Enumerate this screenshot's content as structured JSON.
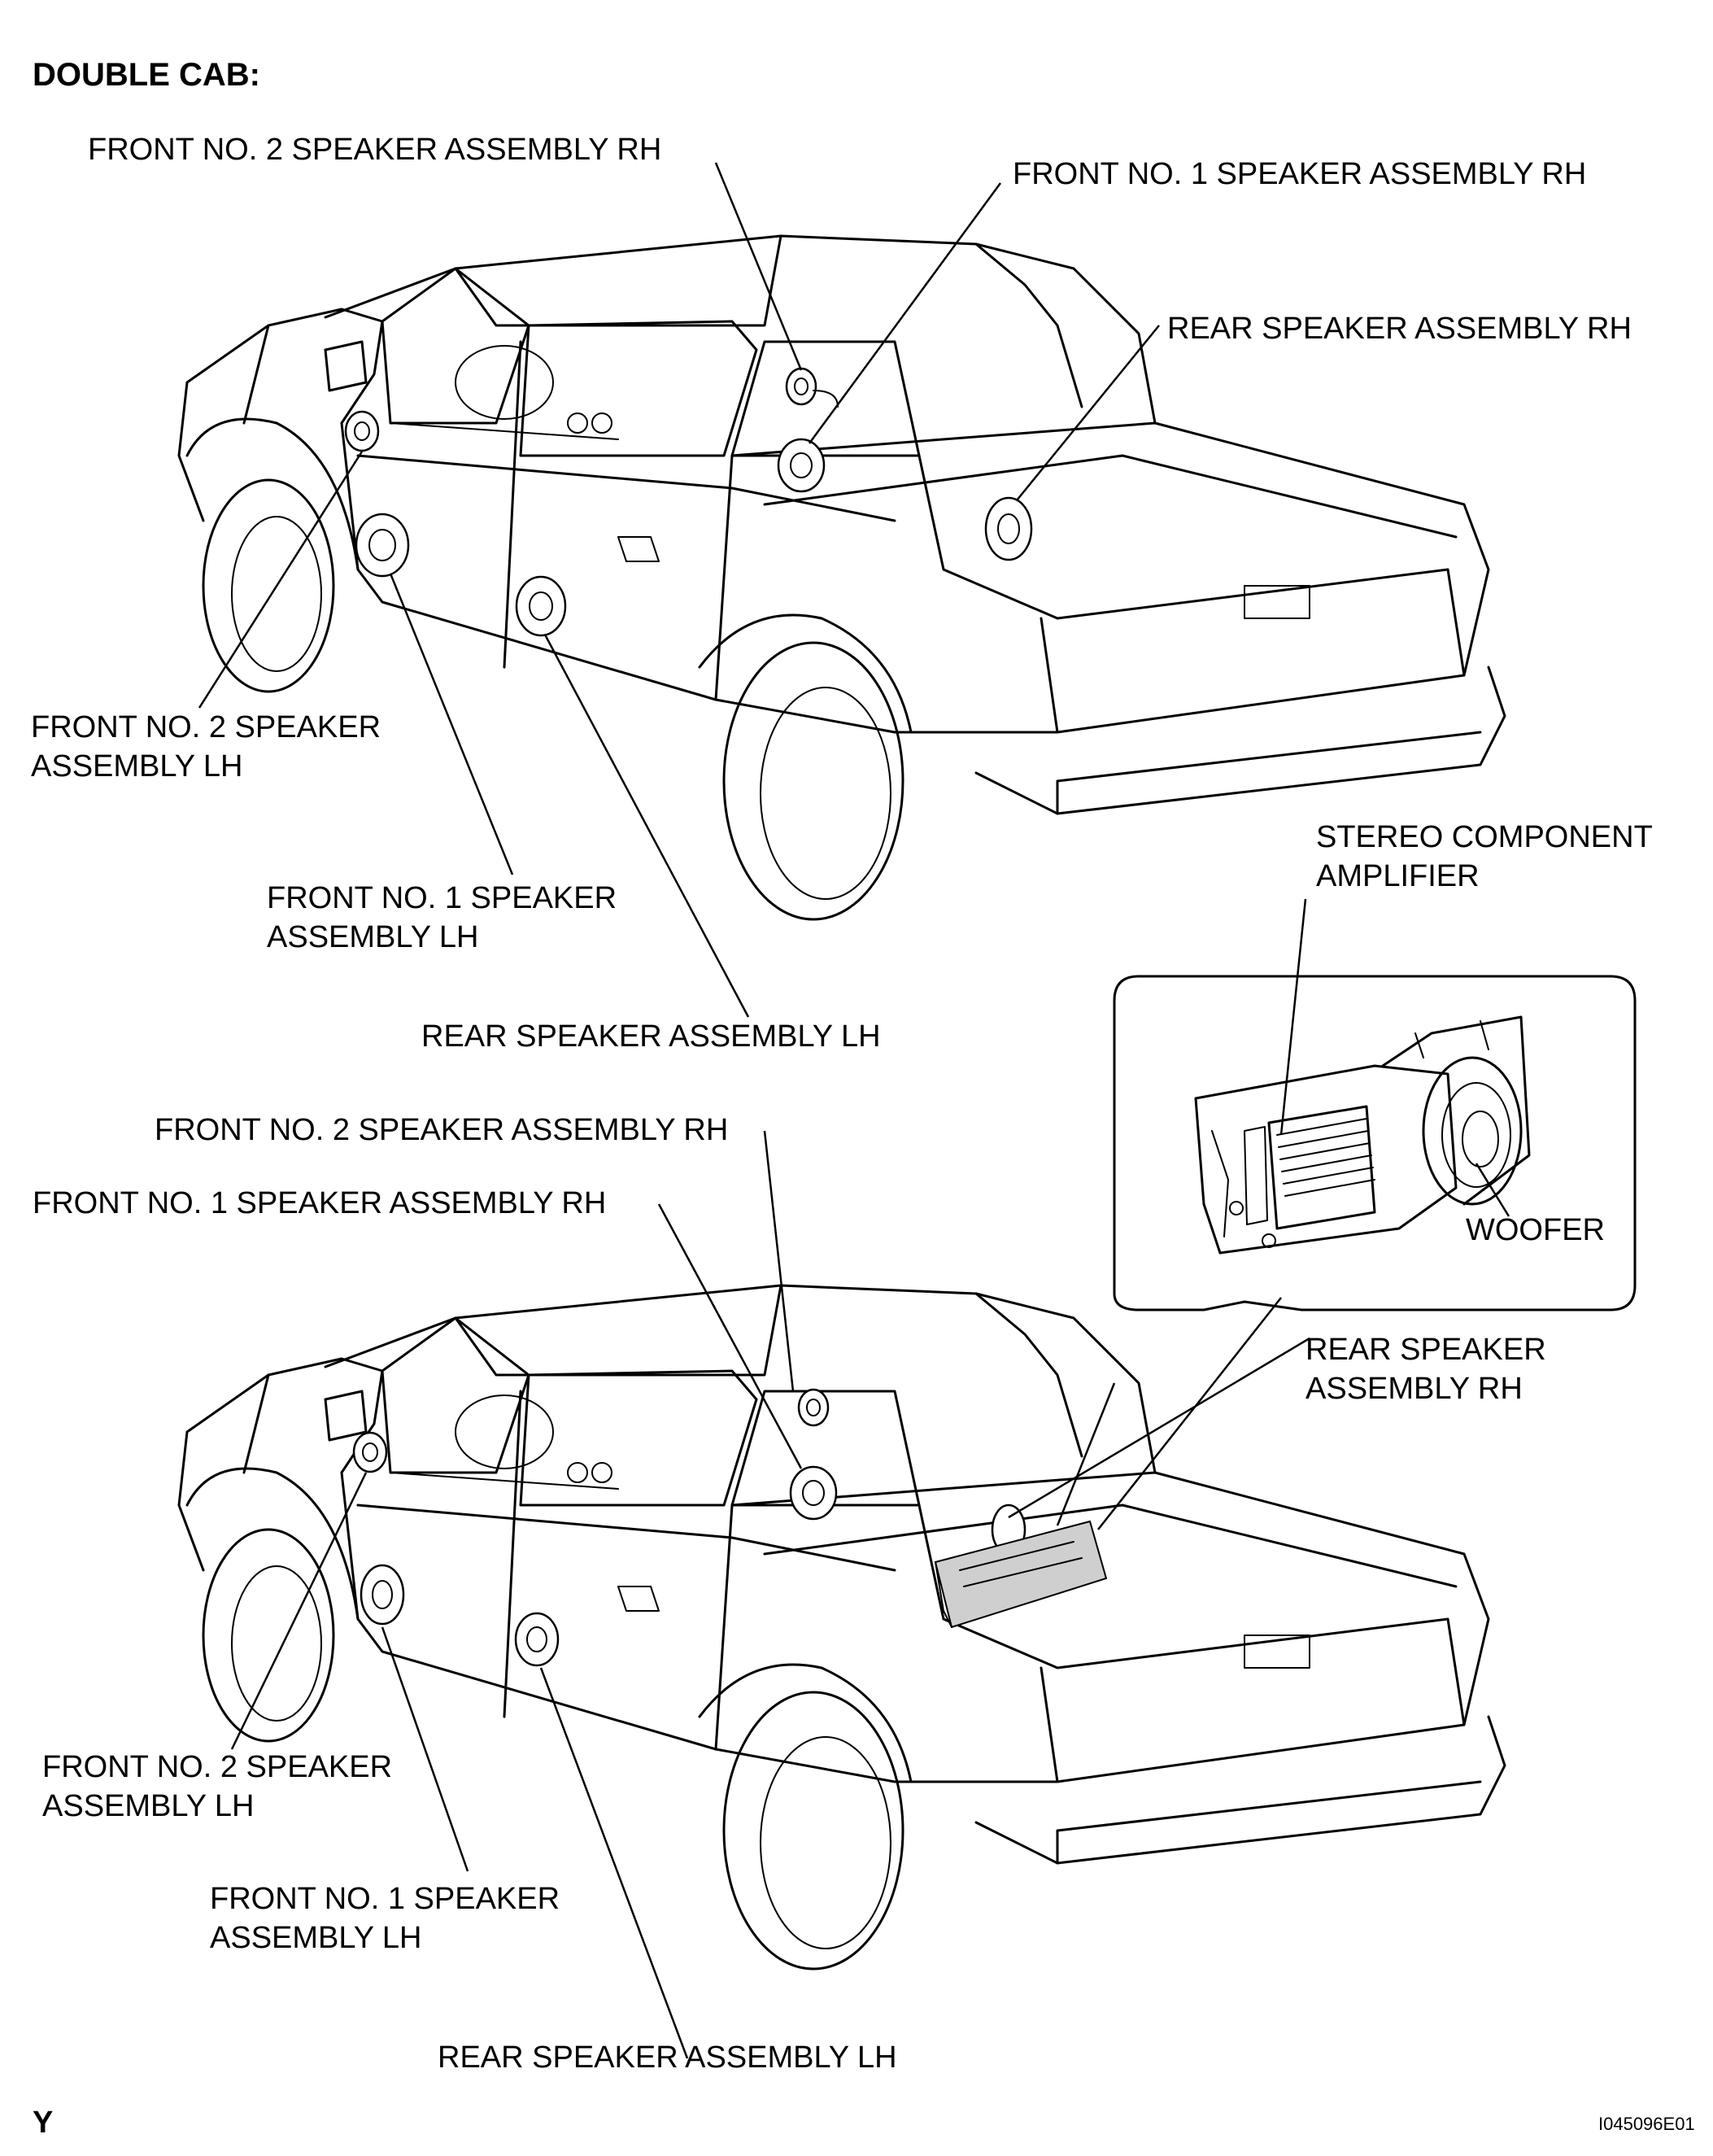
{
  "title": "DOUBLE CAB:",
  "top_view": {
    "front_no2_rh": "FRONT NO. 2 SPEAKER ASSEMBLY RH",
    "front_no1_rh": "FRONT NO. 1 SPEAKER ASSEMBLY RH",
    "rear_rh": "REAR SPEAKER ASSEMBLY RH",
    "front_no2_lh": "FRONT NO. 2 SPEAKER\nASSEMBLY LH",
    "front_no1_lh": "FRONT NO. 1 SPEAKER\nASSEMBLY LH",
    "rear_lh": "REAR SPEAKER ASSEMBLY LH"
  },
  "bottom_view": {
    "front_no2_rh": "FRONT NO. 2 SPEAKER ASSEMBLY RH",
    "front_no1_rh": "FRONT NO. 1 SPEAKER ASSEMBLY RH",
    "amplifier": "STEREO COMPONENT\nAMPLIFIER",
    "woofer": "WOOFER",
    "rear_rh": "REAR SPEAKER\nASSEMBLY RH",
    "front_no2_lh": "FRONT NO. 2 SPEAKER\nASSEMBLY LH",
    "front_no1_lh": "FRONT NO. 1 SPEAKER\nASSEMBLY LH",
    "rear_lh": "REAR SPEAKER ASSEMBLY LH"
  },
  "footer": {
    "left_mark": "Y",
    "figure_code": "I045096E01"
  }
}
